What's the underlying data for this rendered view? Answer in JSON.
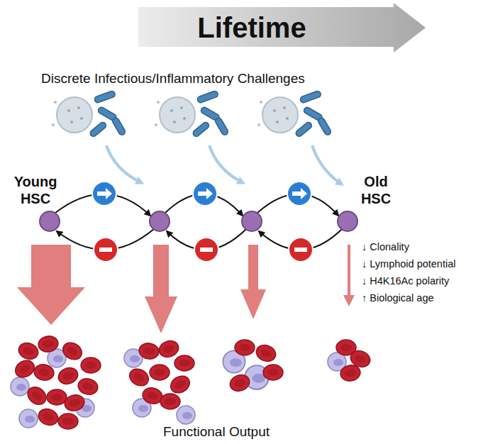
{
  "diagram": {
    "nodes": [
      {
        "text": [
          "Lifetime"
        ]
      },
      {
        "text": [
          "Young HSC"
        ]
      },
      {
        "text": [
          "Old HSC"
        ]
      }
    ],
    "labels": [
      "Discrete Infectious/Inflammatory Challenges",
      "↓ Clonality",
      "↓ Lymphoid potential",
      "↓ H4K16Ac polarity",
      "↑ Biological age",
      "Functional Output"
    ]
  }
}
